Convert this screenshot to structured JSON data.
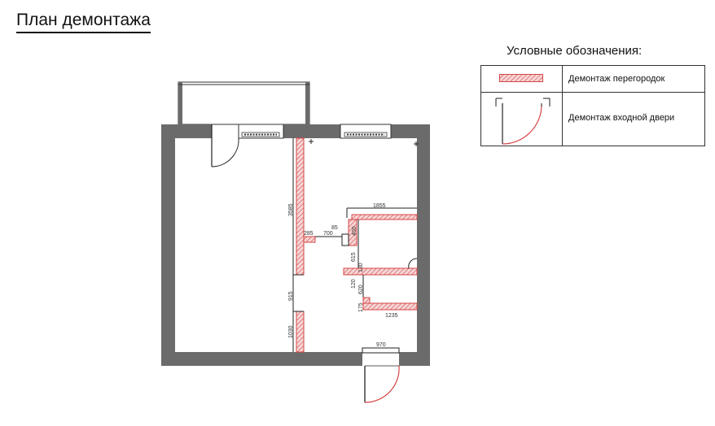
{
  "page": {
    "title": "План демонтажа"
  },
  "legend": {
    "title": "Условные обозначения:",
    "items": [
      {
        "label": "Демонтаж перегородок"
      },
      {
        "label": "Демонтаж входной двери"
      }
    ]
  },
  "plan": {
    "dimensions": {
      "d3585": "3585",
      "d1855": "1855",
      "d85": "85",
      "d285": "285",
      "d700": "700",
      "d400": "400",
      "d615": "615",
      "d130": "130",
      "d120": "120",
      "d620": "620",
      "d915": "915",
      "d175": "175",
      "d1235": "1235",
      "d1030": "1030",
      "d970": "970"
    }
  },
  "colors": {
    "wall": "#6b6b6b",
    "demolition": "#d64545",
    "demolition_fill": "#f6d6d6",
    "line": "#222222"
  }
}
